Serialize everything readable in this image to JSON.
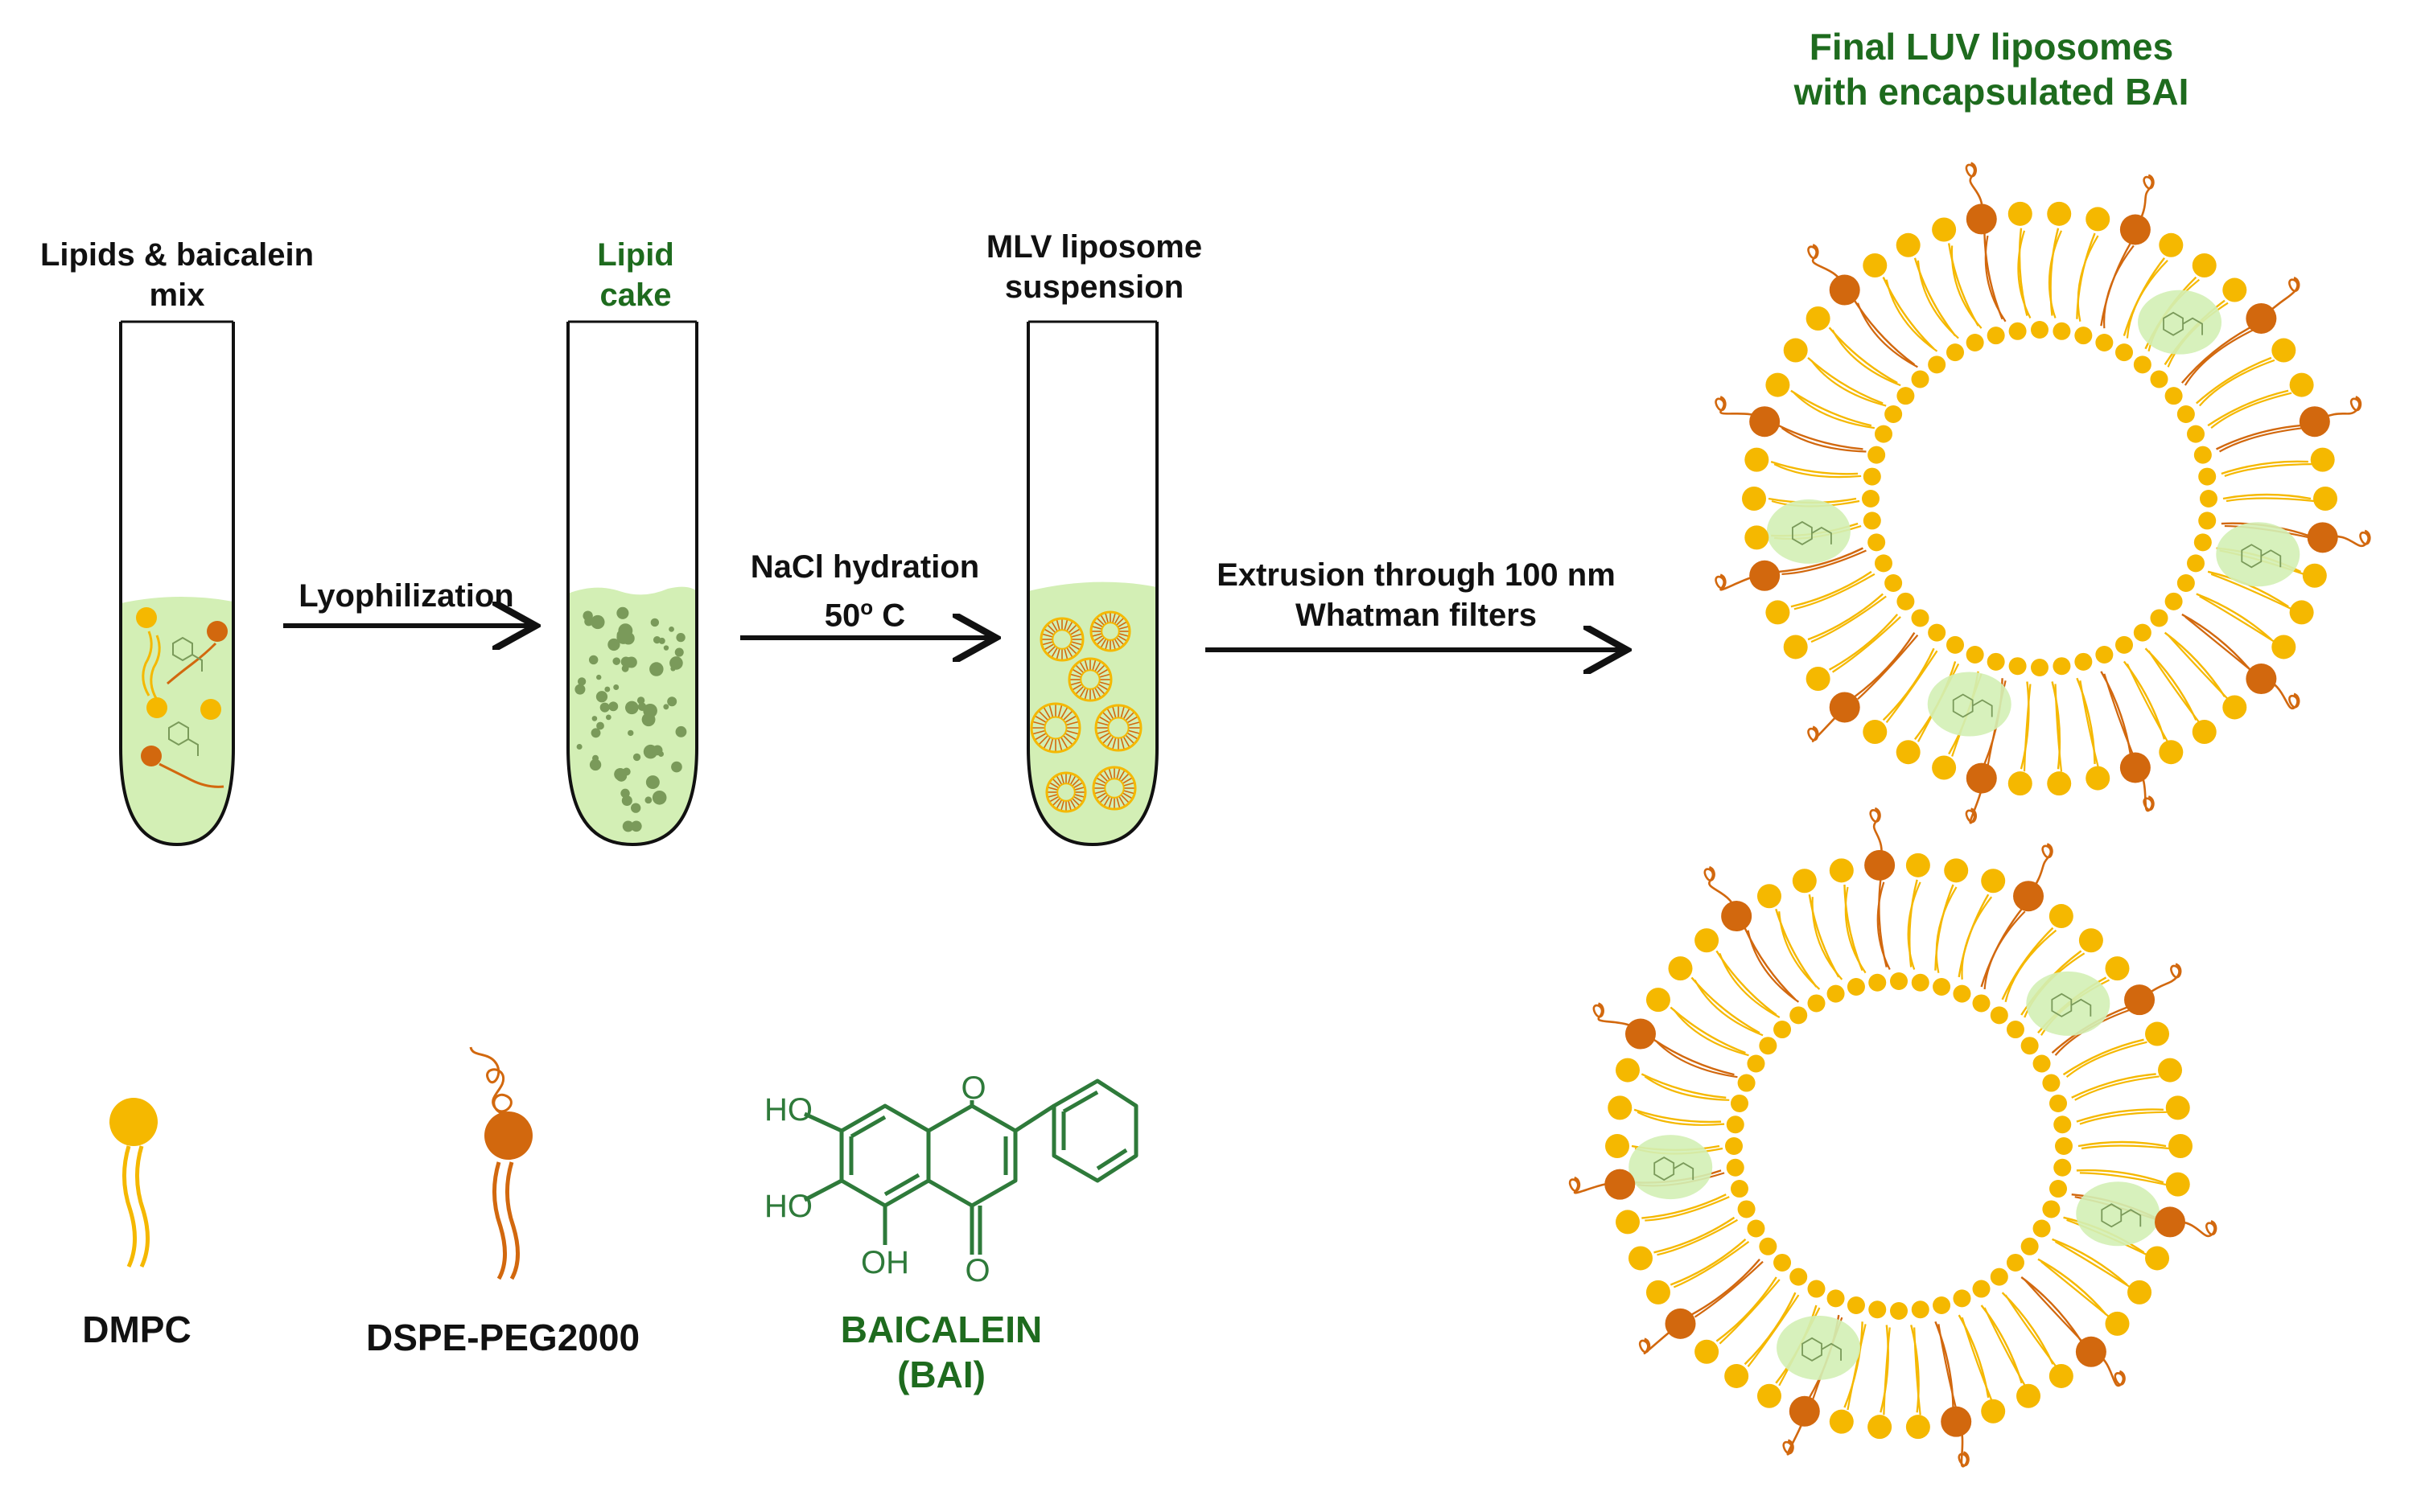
{
  "title": {
    "line1": "Final LUV liposomes",
    "line2": "with encapsulated BAI"
  },
  "steps": [
    {
      "label_line1": "Lipids & baicalein",
      "label_line2": "mix"
    },
    {
      "label_line1": "Lipid",
      "label_line2": "cake"
    },
    {
      "label_line1": "MLV liposome",
      "label_line2": "suspension"
    }
  ],
  "arrows": [
    {
      "line1": "Lyophilization",
      "line2": ""
    },
    {
      "line1": "NaCl hydration",
      "line2": "50",
      "sup": "o",
      "unit": " C"
    },
    {
      "line1": "Extrusion through 100 nm",
      "line2": "Whatman filters"
    }
  ],
  "legend": {
    "dmpc": "DMPC",
    "dspe": "DSPE-PEG2000",
    "bai_line1": "BAICALEIN",
    "bai_line2": "(BAI)",
    "atoms": {
      "ho1": "HO",
      "ho2": "HO",
      "oh": "OH",
      "o_ring": "O",
      "o_keto": "O"
    }
  },
  "colors": {
    "gold": "#f5b800",
    "orange": "#d2680e",
    "liquid": "#d3efb5",
    "dot": "#7a9a5a",
    "green_text": "#1e6b1e",
    "molecule": "#2e7a3a"
  }
}
